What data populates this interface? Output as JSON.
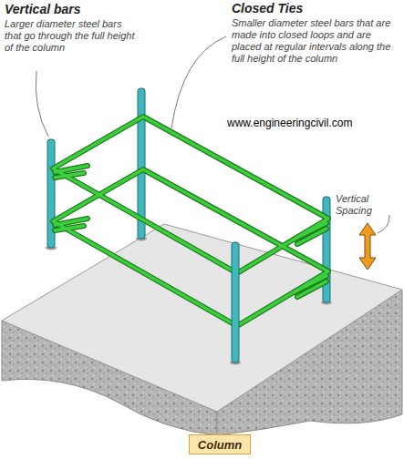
{
  "diagram": {
    "nodes": [
      {
        "text": [
          "Column"
        ]
      }
    ],
    "labels": [
      "Vertical bars",
      "Larger diameter steel bars that go through the full height of the column",
      "Closed Ties",
      "Smaller diameter steel bars that are made into closed loops and are placed at regular intervals along the full height of the column",
      "www.engineeringcivil.com",
      "Vertical Spacing"
    ]
  }
}
